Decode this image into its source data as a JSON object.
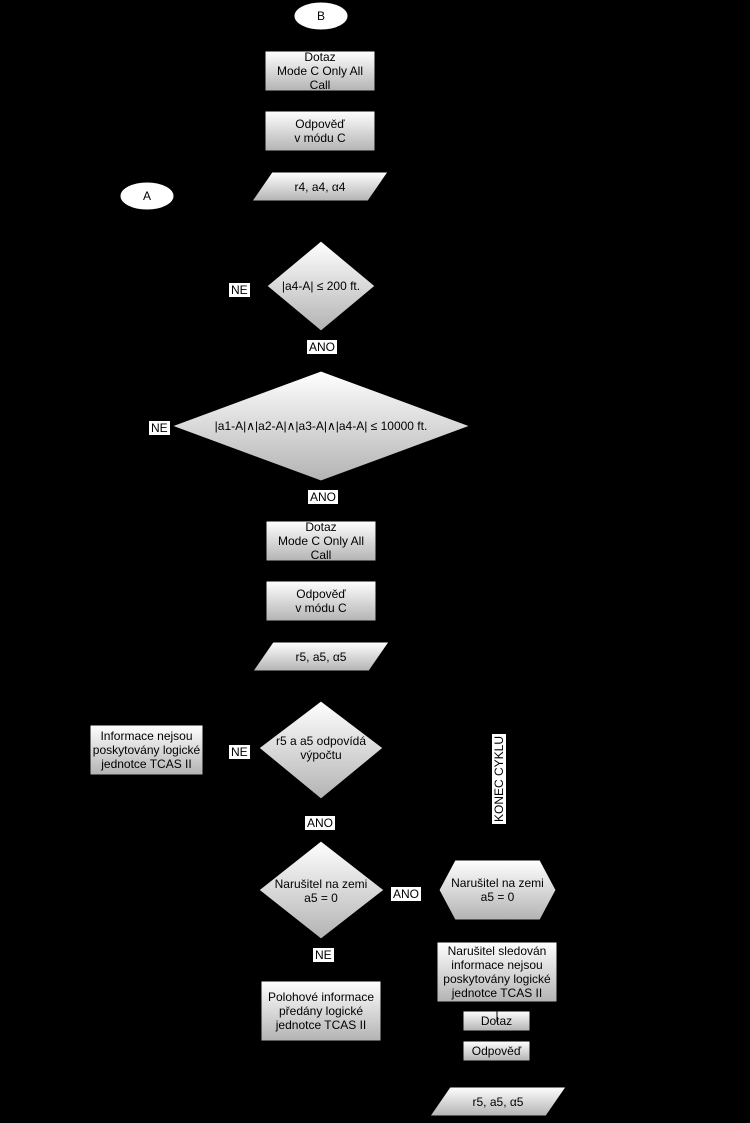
{
  "connectors": {
    "b": "B",
    "a": "A"
  },
  "nodes": {
    "query1": "Dotaz\nMode C Only All\nCall",
    "reply1": "Odpověď\nv módu C",
    "data1": "r4, a4, α4",
    "decision1": "|a4-A| ≤ 200 ft.",
    "decision2": "|a1-A|∧|a2-A|∧|a3-A|∧|a4-A| ≤ 10000 ft.",
    "query2": "Dotaz\nMode C Only All\nCall",
    "reply2": "Odpověď\nv módu C",
    "data2": "r5, a5, α5",
    "no_info": "Informace nejsou\nposkytovány logické\njednotce TCAS II",
    "decision3": "r5 a a5 odpovídá\nvýpočtu",
    "decision4": "Narušitel na zemi\na5 = 0",
    "position_info": "Polohové informace\npředány logické\njednotce TCAS II",
    "hex": "Narušitel na zemi\na5 = 0",
    "tracked": "Narušitel sledován\ninformace nejsou\nposkytovány logické\njednotce TCAS II",
    "query3": "Dotaz",
    "reply3": "Odpověď",
    "data3": "r5, a5, α5"
  },
  "edge_labels": {
    "ne1": "NE",
    "ano1": "ANO",
    "ne2": "NE",
    "ano2": "ANO",
    "ne3": "NE",
    "ano3": "ANO",
    "ano4": "ANO",
    "ne4": "NE",
    "cycle_end": "KONEC CYKLU"
  }
}
